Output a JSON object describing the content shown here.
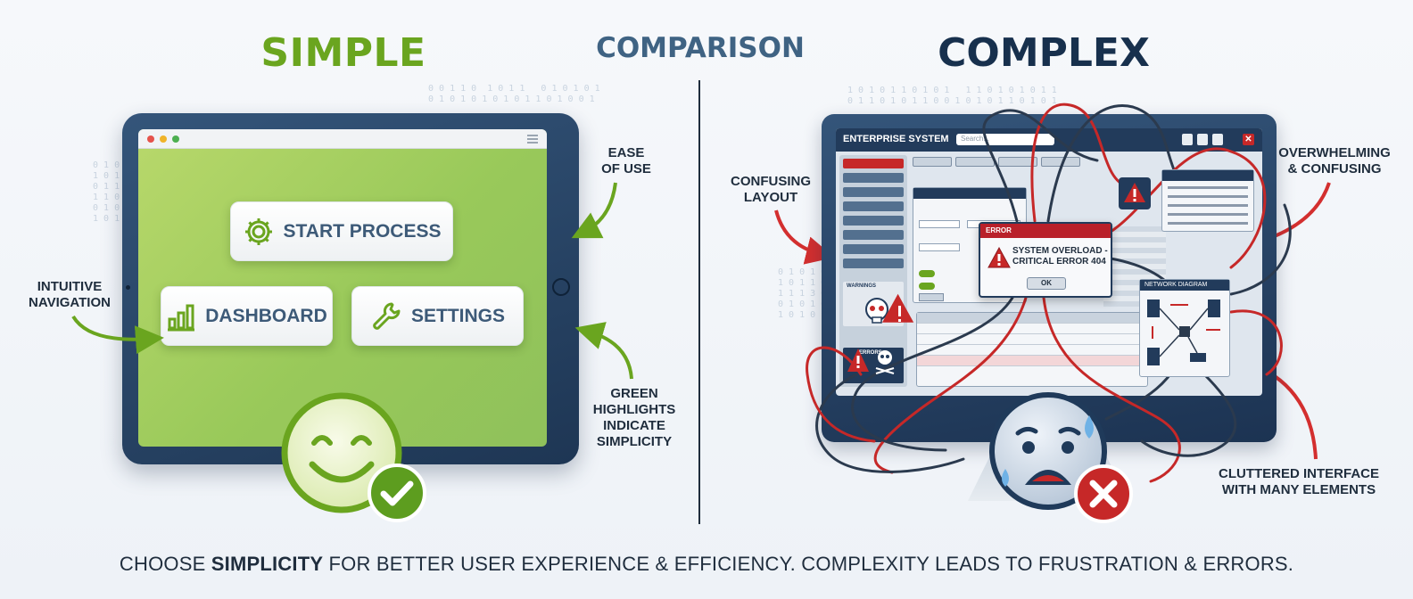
{
  "headings": {
    "simple": "SIMPLE",
    "comparison": "COMPARISON",
    "complex": "COMPLEX"
  },
  "simple_side": {
    "buttons": {
      "start_process": "START PROCESS",
      "dashboard": "DASHBOARD",
      "settings": "SETTINGS"
    },
    "annotations": {
      "ease_of_use": "EASE\nOF USE",
      "intuitive_navigation": "INTUITIVE\nNAVIGATION",
      "green_highlights": "GREEN\nHIGHLIGHTS\nINDICATE\nSIMPLICITY"
    },
    "icons": [
      "gear-icon",
      "bar-chart-icon",
      "wrench-icon",
      "smiley-face-icon",
      "checkmark-icon"
    ]
  },
  "complex_side": {
    "window_title": "ENTERPRISE SYSTEM",
    "search_placeholder": "Search...",
    "error_dialog": {
      "header": "ERROR",
      "message": "SYSTEM OVERLOAD - CRITICAL ERROR 404",
      "ok_label": "OK"
    },
    "panels": {
      "network_diagram": "NETWORK DIAGRAM",
      "warnings": "WARNINGS",
      "errors": "ERRORS"
    },
    "annotations": {
      "confusing_layout": "CONFUSING\nLAYOUT",
      "overwhelming": "OVERWHELMING\n& CONFUSING",
      "cluttered": "CLUTTERED INTERFACE\nWITH MANY ELEMENTS"
    },
    "icons": [
      "warning-icon",
      "skull-icon",
      "sad-face-icon",
      "close-x-icon"
    ]
  },
  "footer": {
    "prefix": "CHOOSE ",
    "emphasis": "SIMPLICITY",
    "suffix": " FOR BETTER USER EXPERIENCE & EFFICIENCY. COMPLEXITY LEADS TO FRUSTRATION & ERRORS."
  },
  "colors": {
    "simple_green": "#6aa51f",
    "complex_navy": "#17304d",
    "comparison_blue": "#3f6383",
    "error_red": "#c62828",
    "arrow_green": "#6aa51f",
    "arrow_red": "#d32f2f"
  }
}
